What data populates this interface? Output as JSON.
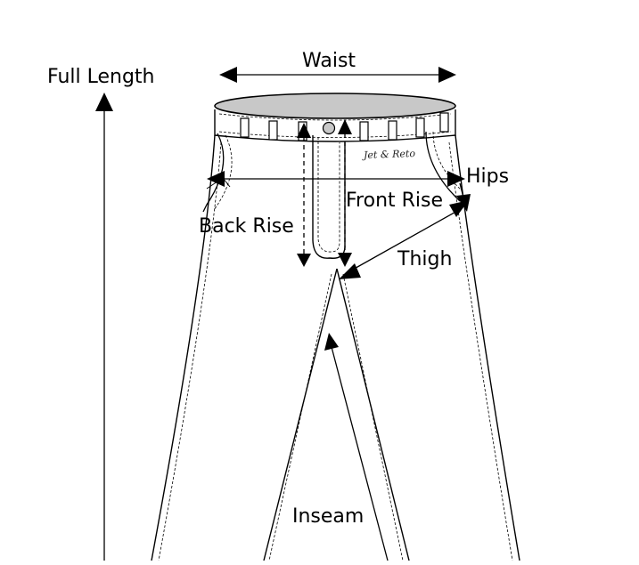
{
  "diagram": {
    "brand_text": "Jet & Reto",
    "labels": {
      "waist": "Waist",
      "full_length": "Full Length",
      "hips": "Hips",
      "front_rise": "Front Rise",
      "back_rise": "Back Rise",
      "thigh": "Thigh",
      "inseam": "Inseam"
    },
    "colors": {
      "line": "#000000",
      "waistband_fill": "#c8c8c8",
      "button_fill": "#c8c8c8",
      "background": "#ffffff"
    },
    "icons": {
      "arrow": "filled-triangle-arrowhead",
      "button": "circle"
    }
  }
}
